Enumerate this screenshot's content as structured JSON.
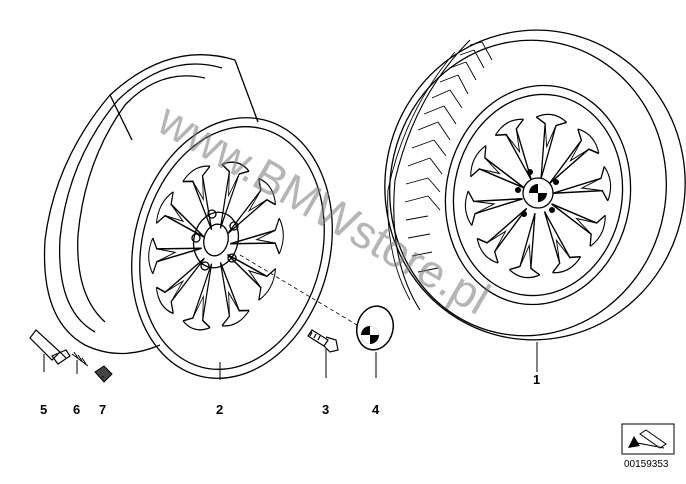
{
  "diagram": {
    "callouts": [
      {
        "id": "5",
        "label": "5"
      },
      {
        "id": "6",
        "label": "6"
      },
      {
        "id": "7",
        "label": "7"
      },
      {
        "id": "2",
        "label": "2"
      },
      {
        "id": "3",
        "label": "3"
      },
      {
        "id": "4",
        "label": "4"
      },
      {
        "id": "1",
        "label": "1"
      }
    ],
    "watermark": "www.BMWstore.pl",
    "document_id": "00159353",
    "icons": [
      "wheel-rim",
      "wheel-bolt",
      "hub-cap",
      "valve-stem",
      "tire-assembly",
      "direction-arrow"
    ]
  }
}
